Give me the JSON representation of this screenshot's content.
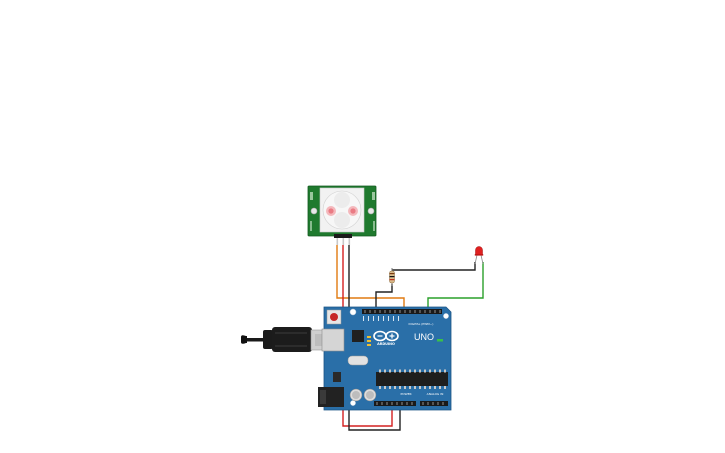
{
  "board": {
    "brand_label": "ARDUINO",
    "model_label": "UNO",
    "digital_header_label": "DIGITAL (PWM~)",
    "power_header_label": "POWER",
    "analog_header_label": "ANALOG IN",
    "pcb_color": "#2a6fa8"
  },
  "sensor": {
    "type": "PIR motion sensor",
    "pcb_color": "#1f7a2e"
  },
  "led": {
    "color": "#e02020"
  },
  "wires": {
    "signal_color": "#e07a10",
    "power_color": "#d42020",
    "ground_color": "#222222",
    "led_color": "#2aa02a"
  }
}
